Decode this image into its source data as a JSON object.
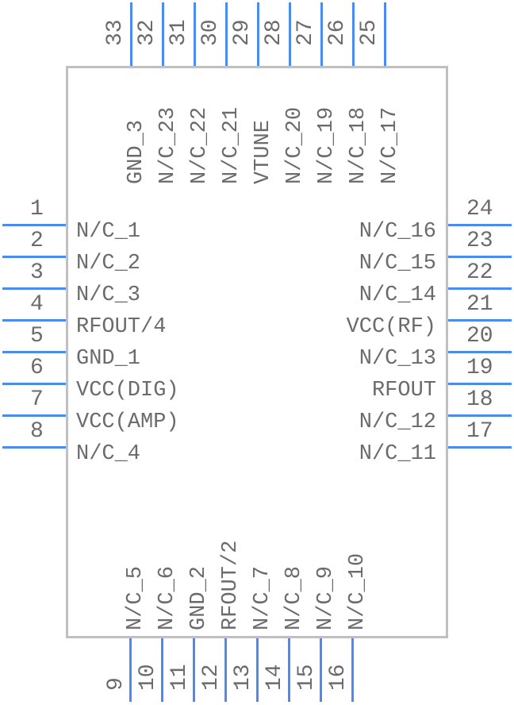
{
  "component": {
    "left_pins": [
      {
        "number": "1",
        "name": "N/C_1"
      },
      {
        "number": "2",
        "name": "N/C_2"
      },
      {
        "number": "3",
        "name": "N/C_3"
      },
      {
        "number": "4",
        "name": "RFOUT/4"
      },
      {
        "number": "5",
        "name": "GND_1"
      },
      {
        "number": "6",
        "name": "VCC(DIG)"
      },
      {
        "number": "7",
        "name": "VCC(AMP)"
      },
      {
        "number": "8",
        "name": "N/C_4"
      }
    ],
    "right_pins": [
      {
        "number": "24",
        "name": "N/C_16"
      },
      {
        "number": "23",
        "name": "N/C_15"
      },
      {
        "number": "22",
        "name": "N/C_14"
      },
      {
        "number": "21",
        "name": "VCC(RF)"
      },
      {
        "number": "20",
        "name": "N/C_13"
      },
      {
        "number": "19",
        "name": "RFOUT"
      },
      {
        "number": "18",
        "name": "N/C_12"
      },
      {
        "number": "17",
        "name": "N/C_11"
      }
    ],
    "top_pins": [
      {
        "number": "33",
        "name": "GND_3"
      },
      {
        "number": "32",
        "name": "N/C_23"
      },
      {
        "number": "31",
        "name": "N/C_22"
      },
      {
        "number": "30",
        "name": "N/C_21"
      },
      {
        "number": "29",
        "name": "VTUNE"
      },
      {
        "number": "28",
        "name": "N/C_20"
      },
      {
        "number": "27",
        "name": "N/C_19"
      },
      {
        "number": "26",
        "name": "N/C_18"
      },
      {
        "number": "25",
        "name": "N/C_17"
      }
    ],
    "bottom_pins": [
      {
        "number": "9",
        "name": "N/C_5"
      },
      {
        "number": "10",
        "name": "N/C_6"
      },
      {
        "number": "11",
        "name": "GND_2"
      },
      {
        "number": "12",
        "name": "RFOUT/2"
      },
      {
        "number": "13",
        "name": "N/C_7"
      },
      {
        "number": "14",
        "name": "N/C_8"
      },
      {
        "number": "15",
        "name": "N/C_9"
      },
      {
        "number": "16",
        "name": "N/C_10"
      }
    ],
    "colors": {
      "pin": "#4a8cf0",
      "body": "#c0c0c0",
      "text": "#6b6b6b"
    }
  }
}
